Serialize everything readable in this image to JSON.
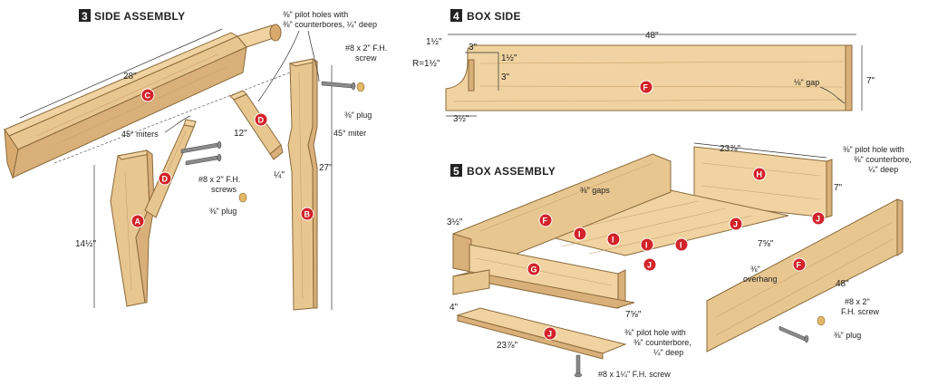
{
  "side_assembly": {
    "number": "3",
    "title": "SIDE ASSEMBLY",
    "dims": {
      "len_28": "28\"",
      "len_12": "12\"",
      "len_27": "27\"",
      "len_14_5": "14½\"",
      "len_quarter": "¼\""
    },
    "notes": {
      "pilot_1": "⅜\" pilot holes with",
      "pilot_2": "⅜\" counterbores, ¼\" deep",
      "screw_top_1": "#8 x 2\" F.H.",
      "screw_top_2": "screw",
      "plug_top": "⅜\" plug",
      "miters_45": "45° miters",
      "miter_45": "45° miter",
      "screws_1": "#8 x 2\" F.H.",
      "screws_2": "screws",
      "plug_low": "⅜\" plug"
    },
    "parts": {
      "a": "A",
      "b": "B",
      "c": "C",
      "d_left": "D",
      "d_right": "D"
    }
  },
  "box_side": {
    "number": "4",
    "title": "BOX SIDE",
    "dims": {
      "len_48": "48\"",
      "w_1_5_top": "1½\"",
      "w_3_top": "3\"",
      "h_1_5": "1½\"",
      "h_3": "3\"",
      "radius": "R=1½\"",
      "w_3_5": "3½\"",
      "h_7": "7\""
    },
    "notes": {
      "gap": "⅛\" gap"
    },
    "parts": {
      "f": "F"
    }
  },
  "box_assembly": {
    "number": "5",
    "title": "BOX ASSEMBLY",
    "dims": {
      "len_23_7_8_top": "23⅞\"",
      "len_7_top": "7\"",
      "len_3_5": "3½\"",
      "len_7_5_8_right": "7⅝\"",
      "len_48": "48\"",
      "len_4": "4\"",
      "len_7_5_8_bottom": "7⅝\"",
      "len_23_7_8_bottom": "23⅞\""
    },
    "notes": {
      "pilot_1": "⅜\" pilot hole with",
      "pilot_2": "⅜\" counterbore,",
      "pilot_3": "¼\" deep",
      "gaps": "⅜\" gaps",
      "overhang_1": "⅜\"",
      "overhang_2": "overhang",
      "screw_r_1": "#8 x 2\"",
      "screw_r_2": "F.H. screw",
      "plug_r": "⅜\" plug",
      "pilot_b_1": "⅜\" pilot hole with",
      "pilot_b_2": "⅜\" counterbore,",
      "pilot_b_3": "¼\" deep",
      "screw_b": "#8 x 1¼\" F.H. screw"
    },
    "parts": {
      "h": "H",
      "f_left": "F",
      "f_right": "F",
      "g": "G",
      "i1": "I",
      "i2": "I",
      "i3": "I",
      "i4": "I",
      "j1": "J",
      "j2": "J",
      "j3": "J",
      "j4": "J"
    }
  }
}
